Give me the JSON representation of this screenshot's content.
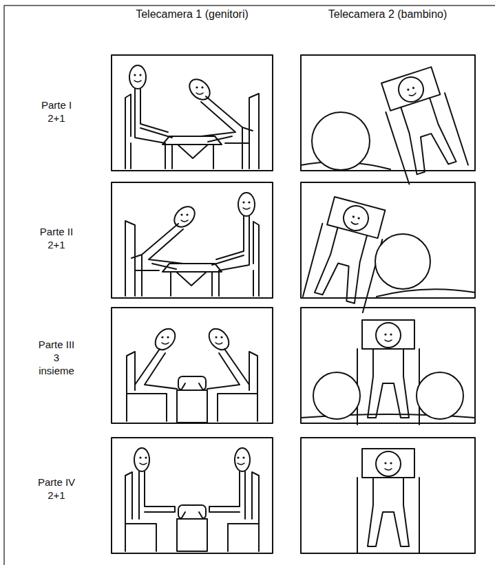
{
  "diagram": {
    "labels": [
      "Telecamera 1 (genitori)",
      "Telecamera 2 (bambino)",
      "Parte I",
      "2+1",
      "Parte II",
      "2+1",
      "Parte III",
      "3",
      "insieme",
      "Parte IV",
      "2+1"
    ]
  }
}
